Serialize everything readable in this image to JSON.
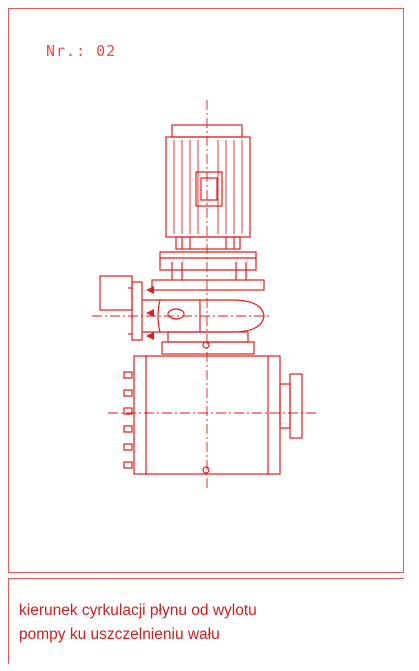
{
  "label": {
    "number": "Nr.: 02"
  },
  "caption": {
    "line1": "kierunek cyrkulacji płynu od wylotu",
    "line2": "pompy ku uszczelnieniu wału"
  },
  "colors": {
    "line": "#e01e1e",
    "frame": "#e35b5b",
    "text": "#cc1f1f"
  },
  "icons": [
    "pump-motor-icon",
    "flow-arrow-icon"
  ]
}
